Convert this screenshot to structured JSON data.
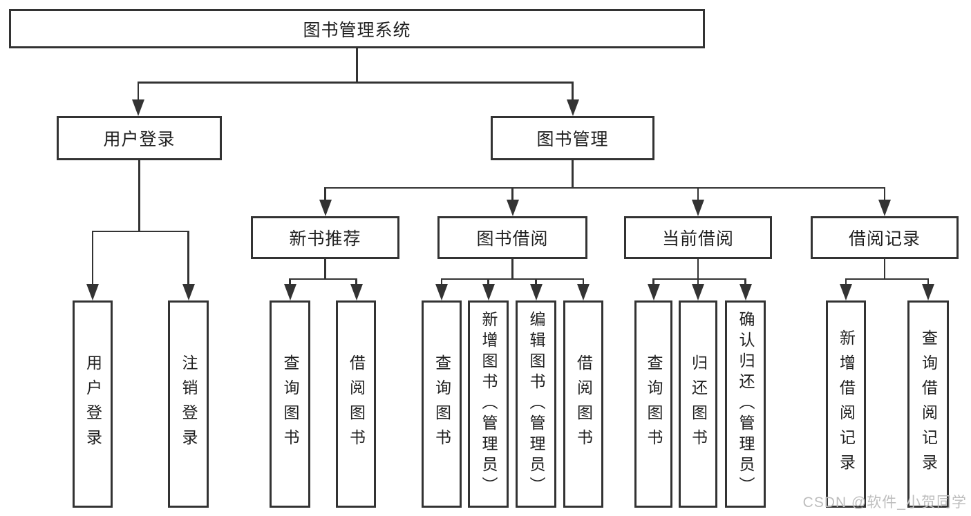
{
  "colors": {
    "line": "#333333",
    "text": "#1f1f1f",
    "background": "#ffffff",
    "watermark": "#bdbdbd"
  },
  "watermark": {
    "text": "CSDN @软件_小贺同学"
  },
  "nodes": {
    "root": {
      "label": "图书管理系统"
    },
    "level2": [
      {
        "label": "用户登录"
      },
      {
        "label": "图书管理"
      }
    ],
    "level3": [
      {
        "label": "新书推荐",
        "parent": "图书管理"
      },
      {
        "label": "图书借阅",
        "parent": "图书管理"
      },
      {
        "label": "当前借阅",
        "parent": "图书管理"
      },
      {
        "label": "借阅记录",
        "parent": "图书管理"
      }
    ],
    "leaves": [
      {
        "label": "用户登录",
        "parent": "用户登录"
      },
      {
        "label": "注销登录",
        "parent": "用户登录"
      },
      {
        "label": "查询图书",
        "parent": "新书推荐"
      },
      {
        "label": "借阅图书",
        "parent": "新书推荐"
      },
      {
        "label": "查询图书",
        "parent": "图书借阅"
      },
      {
        "label": "新增图书（管理员）",
        "parent": "图书借阅"
      },
      {
        "label": "编辑图书（管理员）",
        "parent": "图书借阅"
      },
      {
        "label": "借阅图书",
        "parent": "图书借阅"
      },
      {
        "label": "查询图书",
        "parent": "当前借阅"
      },
      {
        "label": "归还图书",
        "parent": "当前借阅"
      },
      {
        "label": "确认归还（管理员）",
        "parent": "当前借阅"
      },
      {
        "label": "新增借阅记录",
        "parent": "借阅记录"
      },
      {
        "label": "查询借阅记录",
        "parent": "借阅记录"
      }
    ]
  }
}
